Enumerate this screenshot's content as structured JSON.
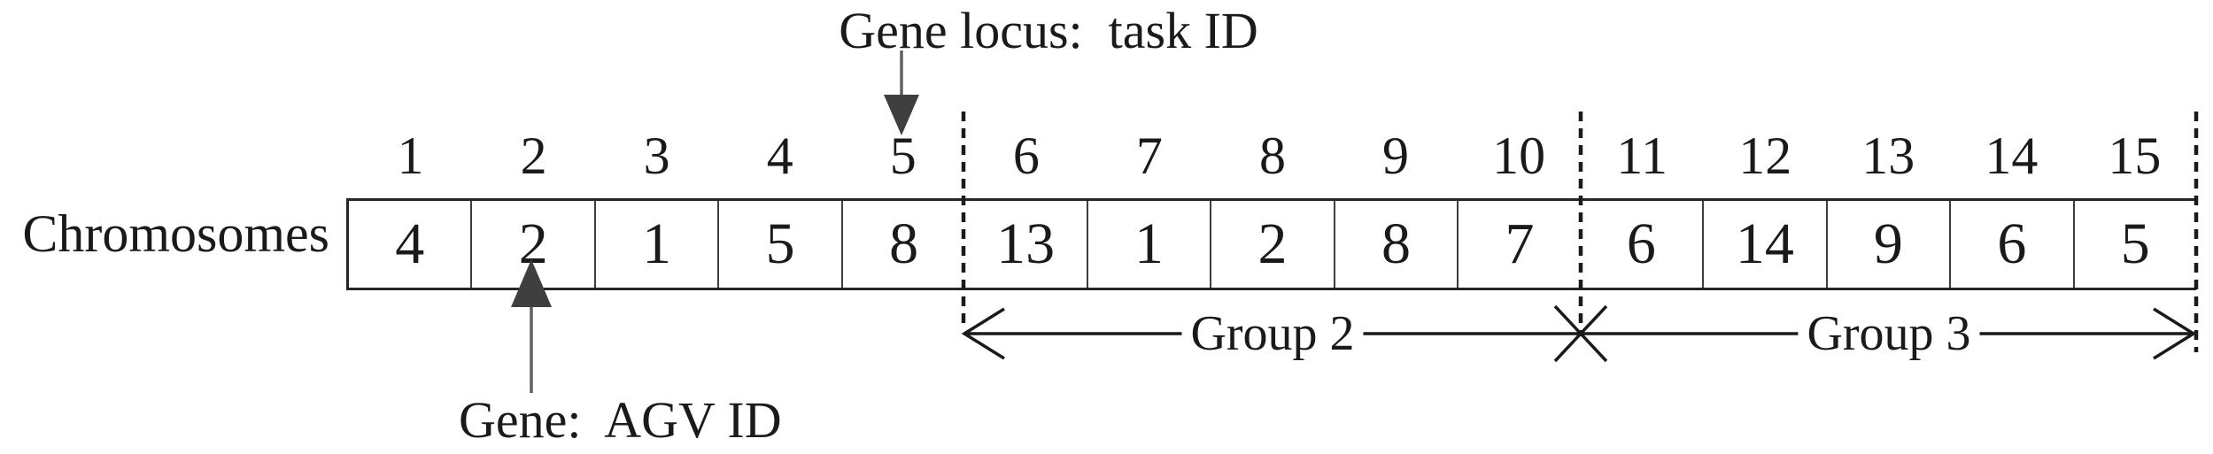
{
  "figure": {
    "row_label": "Chromosomes",
    "annotations": {
      "gene_locus": {
        "label": "Gene locus:  task ID"
      },
      "gene": {
        "label": "Gene:  AGV ID"
      }
    },
    "loci": [
      "1",
      "2",
      "3",
      "4",
      "5",
      "6",
      "7",
      "8",
      "9",
      "10",
      "11",
      "12",
      "13",
      "14",
      "15"
    ],
    "genes": [
      "4",
      "2",
      "1",
      "5",
      "8",
      "13",
      "1",
      "2",
      "8",
      "7",
      "6",
      "14",
      "9",
      "6",
      "5"
    ],
    "groups": [
      {
        "label": "Group 2"
      },
      {
        "label": "Group 3"
      }
    ],
    "colors": {
      "ink": "#1a1a1a",
      "arrowhead_fill": "#3f3f3f",
      "stem_gray": "#606060"
    }
  }
}
